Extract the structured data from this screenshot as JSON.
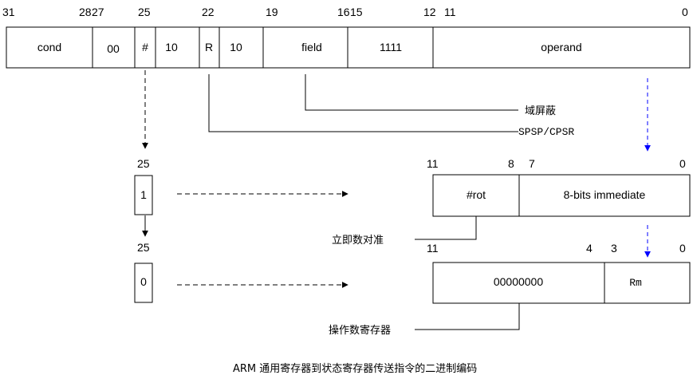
{
  "top_bits": [
    "31",
    "28",
    "27",
    "25",
    "22",
    "19",
    "16",
    "15",
    "12",
    "11",
    "0"
  ],
  "top_fields": [
    "cond",
    "00",
    "#",
    "10",
    "R",
    "10",
    "field",
    "1111",
    "operand"
  ],
  "labels": {
    "field_mask": "域屏蔽",
    "spsr_cpsr": "SPSP/CPSR",
    "rotate_align": "立即数对准",
    "operand_register": "操作数寄存器"
  },
  "imm_variant": {
    "bit_label": "25",
    "bit_value": "1",
    "bits": [
      "11",
      "8",
      "7",
      "0"
    ],
    "fields": [
      "#rot",
      "8-bits immediate"
    ]
  },
  "reg_variant": {
    "bit_label": "25",
    "bit_value": "0",
    "bits": [
      "11",
      "4",
      "3",
      "0"
    ],
    "fields": [
      "00000000",
      "Rm"
    ]
  },
  "caption": "ARM 通用寄存器到状态寄存器传送指令的二进制编码",
  "colors": {
    "accent_arrow": "#0000ff",
    "stroke": "#000000"
  }
}
